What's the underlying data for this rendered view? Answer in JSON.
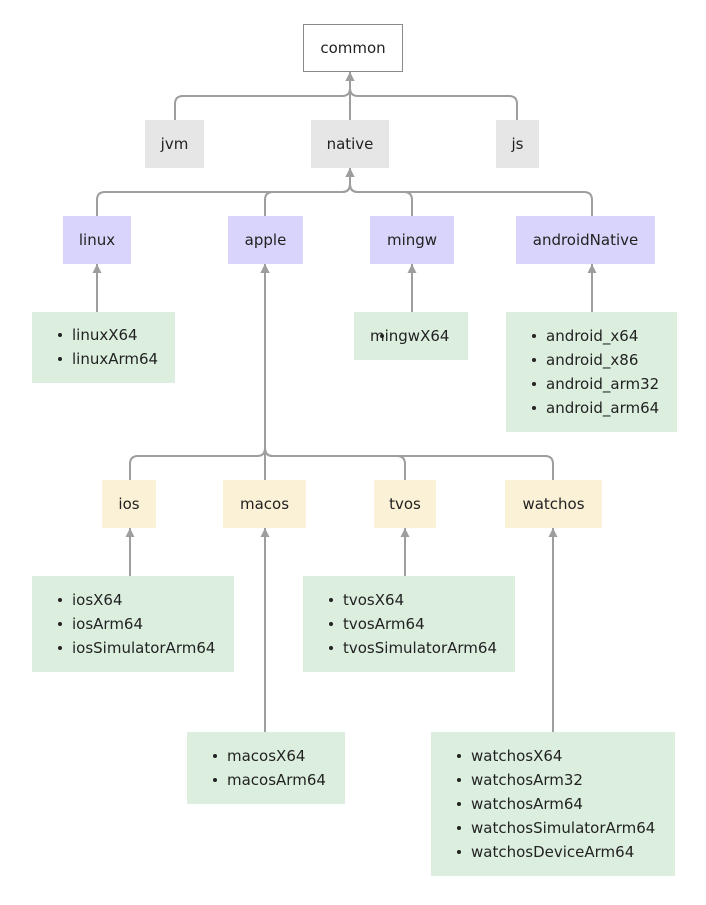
{
  "nodes": {
    "common": "common",
    "jvm": "jvm",
    "native": "native",
    "js": "js",
    "linux": "linux",
    "apple": "apple",
    "mingw": "mingw",
    "androidNative": "androidNative",
    "ios": "ios",
    "macos": "macos",
    "tvos": "tvos",
    "watchos": "watchos"
  },
  "targets": {
    "linux": [
      "linuxX64",
      "linuxArm64"
    ],
    "mingw": [
      "mingwX64"
    ],
    "androidNative": [
      "android_x64",
      "android_x86",
      "android_arm32",
      "android_arm64"
    ],
    "ios": [
      "iosX64",
      "iosArm64",
      "iosSimulatorArm64"
    ],
    "macos": [
      "macosX64",
      "macosArm64"
    ],
    "tvos": [
      "tvosX64",
      "tvosArm64",
      "tvosSimulatorArm64"
    ],
    "watchos": [
      "watchosX64",
      "watchosArm32",
      "watchosArm64",
      "watchosSimulatorArm64",
      "watchosDeviceArm64"
    ]
  },
  "colors": {
    "common_border": "#8a8a8a",
    "platform_gray": "#e6e6e6",
    "native_family_purple": "#d9d4fb",
    "apple_family_yellow": "#fbf1d6",
    "target_list_green": "#dcefdf",
    "edge": "#9e9e9e"
  }
}
